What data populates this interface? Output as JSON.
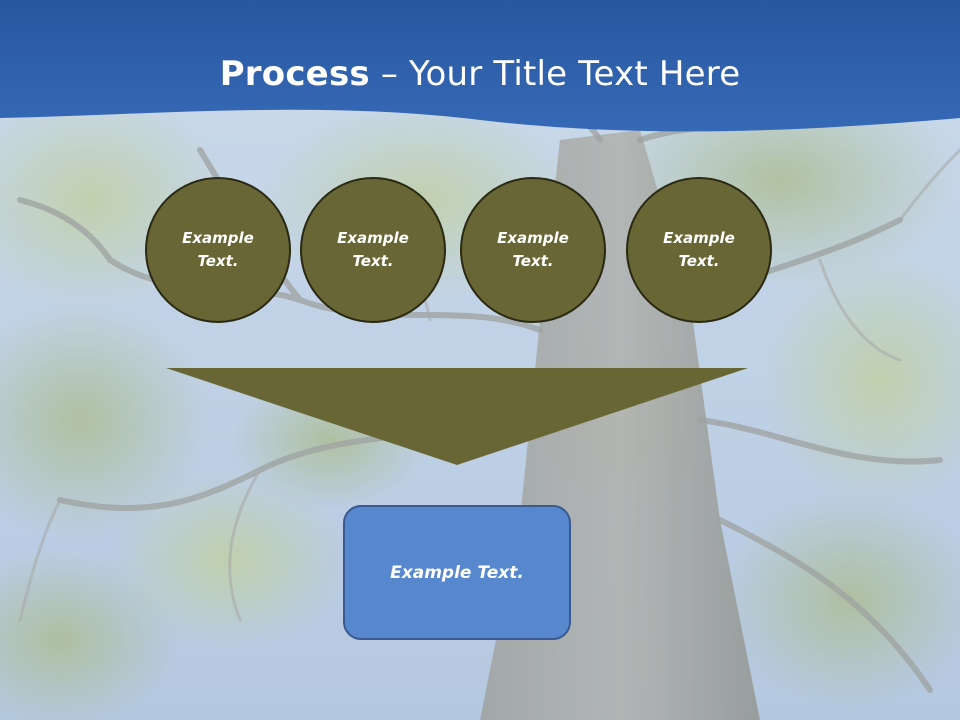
{
  "title": {
    "bold": "Process",
    "rest": " – Your Title Text Here"
  },
  "circles": [
    {
      "label": "Example Text."
    },
    {
      "label": "Example Text."
    },
    {
      "label": "Example Text."
    },
    {
      "label": "Example Text."
    }
  ],
  "result_box": {
    "label": "Example Text."
  },
  "colors": {
    "header": "#2f62ad",
    "circle_fill": "#676634",
    "arrow_fill": "#676634",
    "box_fill": "#5787cc"
  }
}
